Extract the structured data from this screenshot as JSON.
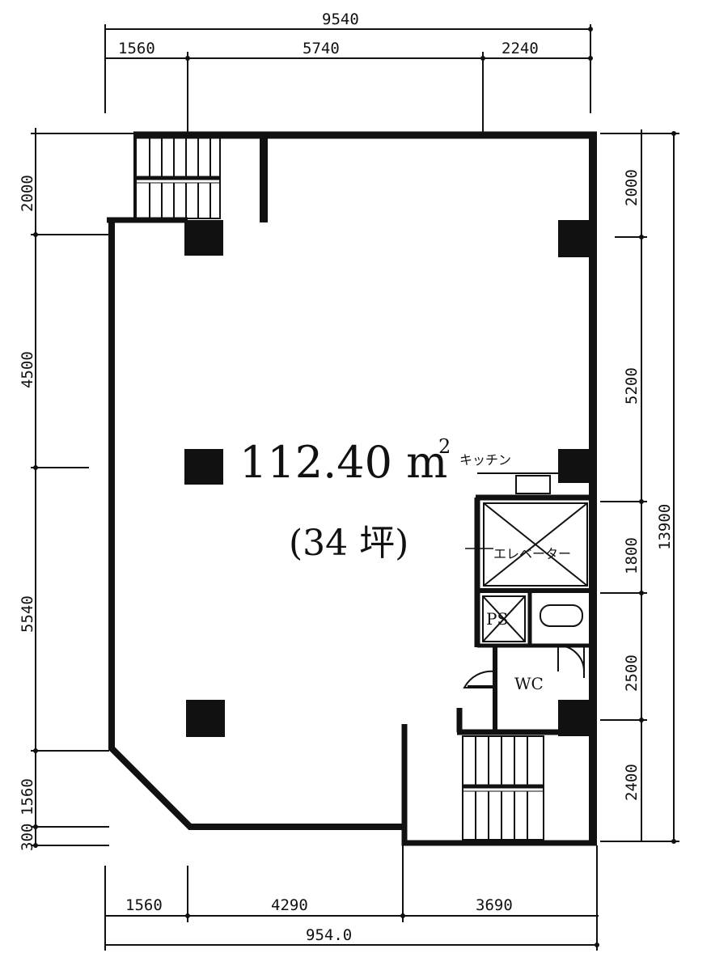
{
  "dimensions": {
    "top_total": "9540",
    "top_segments": [
      "1560",
      "5740",
      "2240"
    ],
    "bottom_total": "954.0",
    "bottom_segments": [
      "1560",
      "4290",
      "3690"
    ],
    "left_segments": [
      "2000",
      "4500",
      "5540",
      "1560",
      "300"
    ],
    "right_segments": [
      "2000",
      "5200",
      "1800",
      "2500",
      "2400"
    ],
    "right_total": "13900"
  },
  "area": {
    "value": "112.40 m",
    "superscript": "2",
    "tsubo": "(34 坪)"
  },
  "rooms": {
    "kitchen": "キッチン",
    "elevator": "エレベーター",
    "ps": "PS",
    "wc": "WC"
  }
}
